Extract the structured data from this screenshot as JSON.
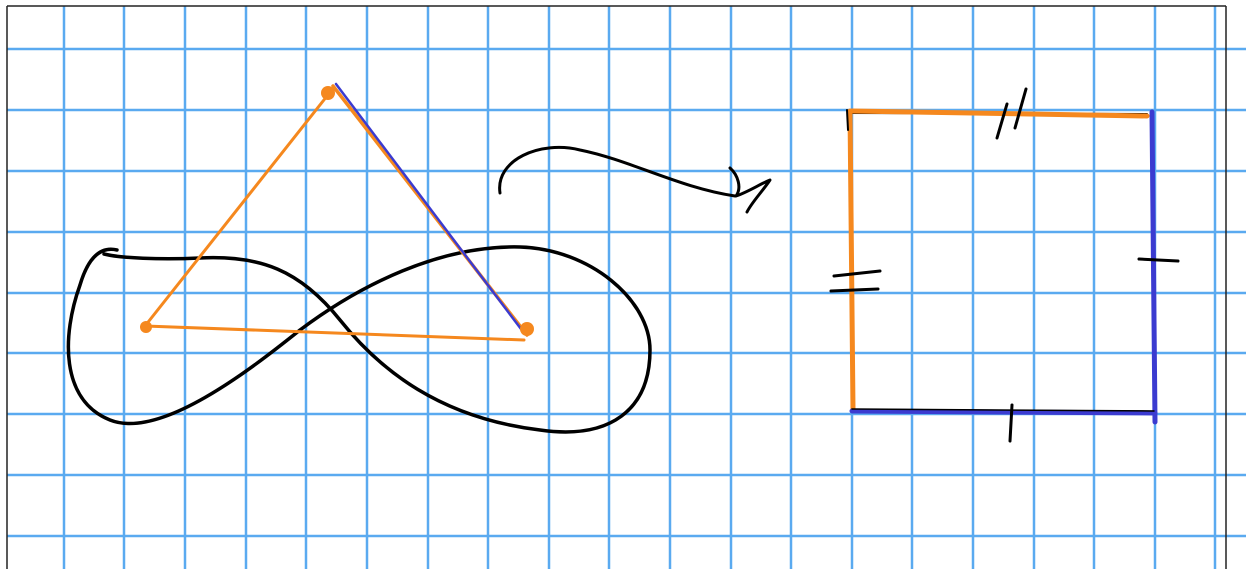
{
  "colors": {
    "background": "#ffffff",
    "grid": "#5aaaf0",
    "frame": "#222222",
    "ink": "#000000",
    "orange": "#f5881e",
    "blue": "#3b3bd0"
  },
  "shapes": [
    {
      "name": "figure-eight-curve",
      "color": "ink"
    },
    {
      "name": "triangle",
      "color": "orange"
    },
    {
      "name": "transform-arrow",
      "color": "ink"
    },
    {
      "name": "square",
      "colors": [
        "orange",
        "blue"
      ]
    }
  ]
}
